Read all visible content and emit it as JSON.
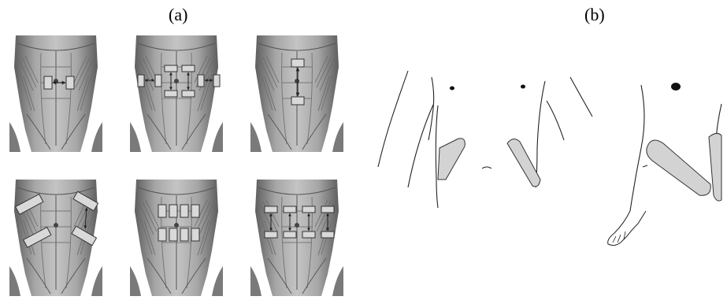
{
  "figure": {
    "panel_a_label": "(a)",
    "panel_b_label": "(b)"
  },
  "panel_a": {
    "configurations": [
      {
        "id": "c1",
        "description_tapes": 2
      },
      {
        "id": "c2",
        "description_tapes": 8
      },
      {
        "id": "c3",
        "description_tapes": 2
      },
      {
        "id": "c4",
        "description_tapes": 4
      },
      {
        "id": "c5",
        "description_tapes": 8
      },
      {
        "id": "c6",
        "description_tapes": 8
      }
    ],
    "muscle_color": "#8f8f8f",
    "tape_color": "#d9d9d9"
  },
  "panel_b": {
    "tape_color": "#d3d3d3"
  }
}
